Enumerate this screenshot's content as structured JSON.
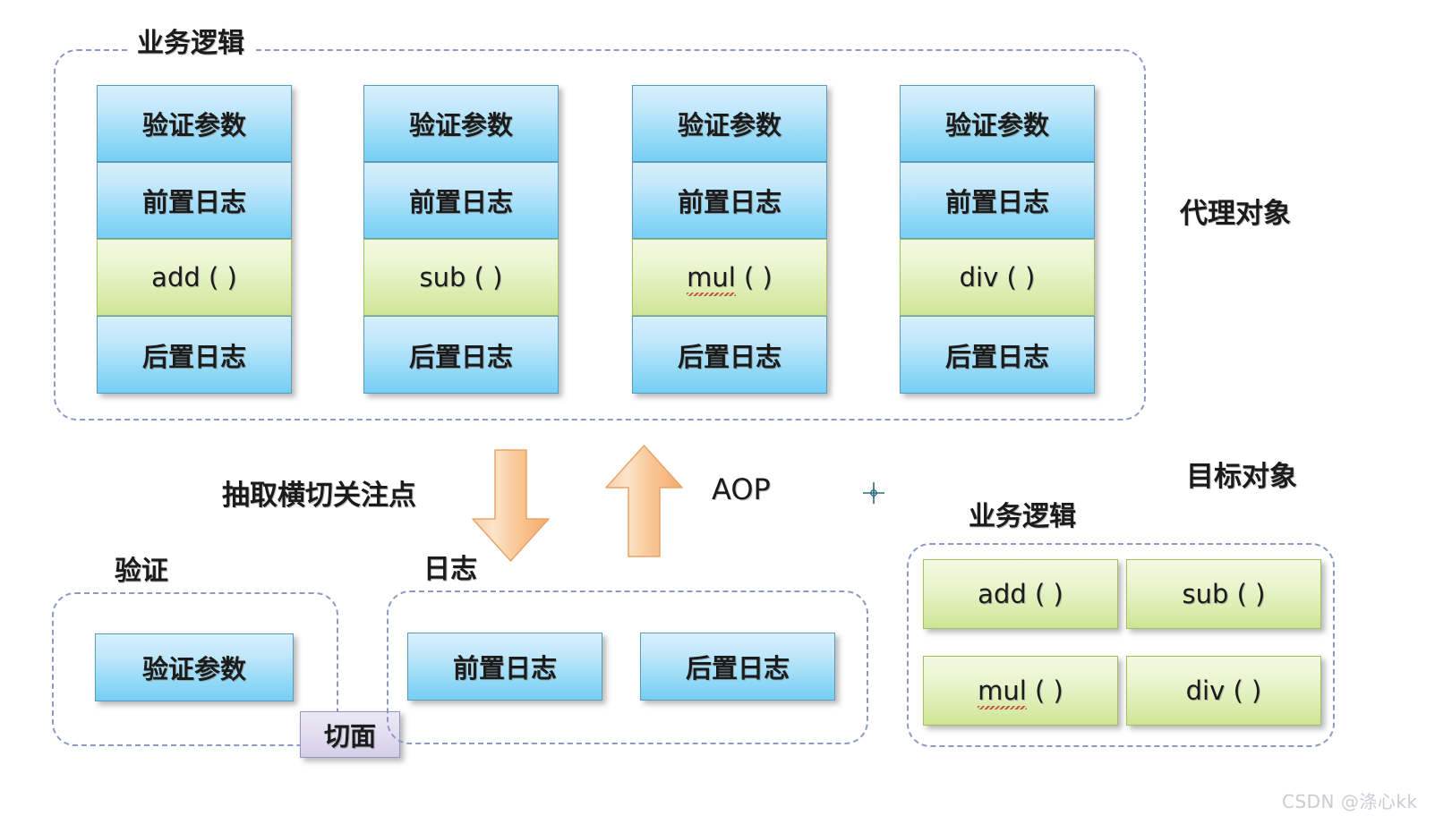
{
  "proxy_section": {
    "panel_label": "业务逻辑",
    "side_label": "代理对象",
    "columns": [
      {
        "cells": [
          {
            "text": "验证参数",
            "style": "blue",
            "script": "cn"
          },
          {
            "text": "前置日志",
            "style": "blue",
            "script": "cn"
          },
          {
            "text": "add ( )",
            "style": "green",
            "script": "latin",
            "spellcheck_underline": false
          },
          {
            "text": "后置日志",
            "style": "blue",
            "script": "cn"
          }
        ]
      },
      {
        "cells": [
          {
            "text": "验证参数",
            "style": "blue",
            "script": "cn"
          },
          {
            "text": "前置日志",
            "style": "blue",
            "script": "cn"
          },
          {
            "text": "sub ( )",
            "style": "green",
            "script": "latin",
            "spellcheck_underline": false
          },
          {
            "text": "后置日志",
            "style": "blue",
            "script": "cn"
          }
        ]
      },
      {
        "cells": [
          {
            "text": "验证参数",
            "style": "blue",
            "script": "cn"
          },
          {
            "text": "前置日志",
            "style": "blue",
            "script": "cn"
          },
          {
            "text": "mul ( )",
            "style": "green",
            "script": "latin",
            "spellcheck_underline": true
          },
          {
            "text": "后置日志",
            "style": "blue",
            "script": "cn"
          }
        ]
      },
      {
        "cells": [
          {
            "text": "验证参数",
            "style": "blue",
            "script": "cn"
          },
          {
            "text": "前置日志",
            "style": "blue",
            "script": "cn"
          },
          {
            "text": "div ( )",
            "style": "green",
            "script": "latin",
            "spellcheck_underline": false
          },
          {
            "text": "后置日志",
            "style": "blue",
            "script": "cn"
          }
        ]
      }
    ]
  },
  "middle": {
    "extract_label": "抽取横切关注点",
    "aop_label": "AOP",
    "down_arrow_color": "#f8c18c",
    "up_arrow_color": "#f8c18c"
  },
  "validation_section": {
    "panel_label": "验证",
    "boxes": [
      {
        "text": "验证参数",
        "style": "blue"
      }
    ]
  },
  "aspect_box": {
    "text": "切面",
    "style": "purple"
  },
  "log_section": {
    "panel_label": "日志",
    "boxes": [
      {
        "text": "前置日志",
        "style": "blue"
      },
      {
        "text": "后置日志",
        "style": "blue"
      }
    ]
  },
  "target_section": {
    "side_label": "目标对象",
    "panel_label": "业务逻辑",
    "boxes": [
      {
        "text": "add ( )",
        "style": "green",
        "spellcheck_underline": false
      },
      {
        "text": "sub ( )",
        "style": "green",
        "spellcheck_underline": false
      },
      {
        "text": "mul ( )",
        "style": "green",
        "spellcheck_underline": true
      },
      {
        "text": "div ( )",
        "style": "green",
        "spellcheck_underline": false
      }
    ]
  },
  "watermark": {
    "text": "CSDN @涤心kk"
  },
  "colors": {
    "dashed_border": "#8f99c4",
    "blue_box": "#8fd8f6",
    "green_box": "#d6e9a4",
    "purple_box": "#d5cfe9",
    "arrow_orange": "#f8c18c",
    "watermark_gray": "#c9ccd2"
  }
}
